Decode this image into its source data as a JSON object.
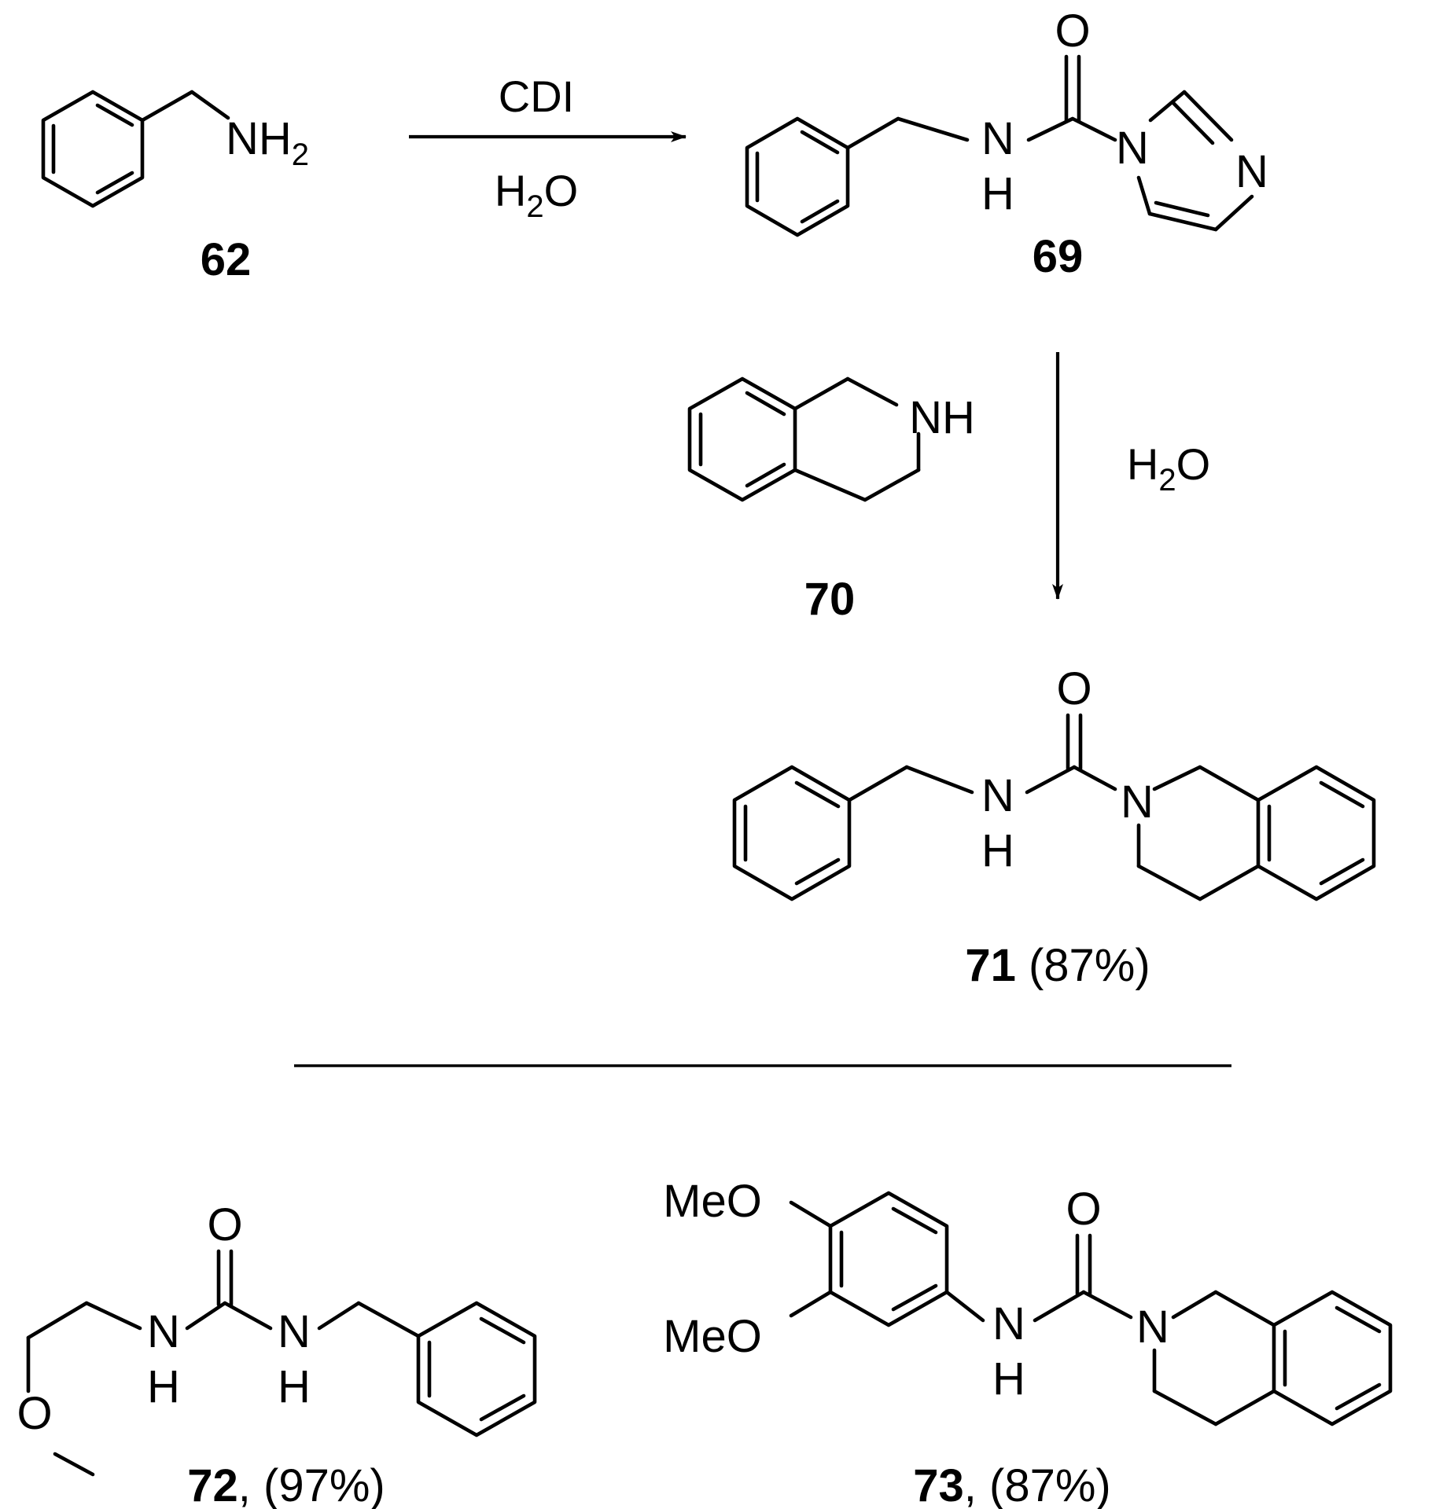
{
  "reagents": {
    "step1_top": "CDI",
    "h": "H",
    "two": "2",
    "o": "O"
  },
  "atoms": {
    "N": "N",
    "H": "H",
    "O": "O",
    "NH": "NH",
    "Me": "Me",
    "MeO": "MeO",
    "nh2_main": "NH",
    "nh2_sub": "2"
  },
  "labels": {
    "c62": "62",
    "c69": "69",
    "c70": "70",
    "c71": "71",
    "c71_yield": " (87%)",
    "c72": "72",
    "c72_yield": ", (97%)",
    "c73": "73",
    "c73_yield": ", (87%)"
  },
  "colors": {
    "ink": "#000000",
    "background": "#ffffff"
  }
}
